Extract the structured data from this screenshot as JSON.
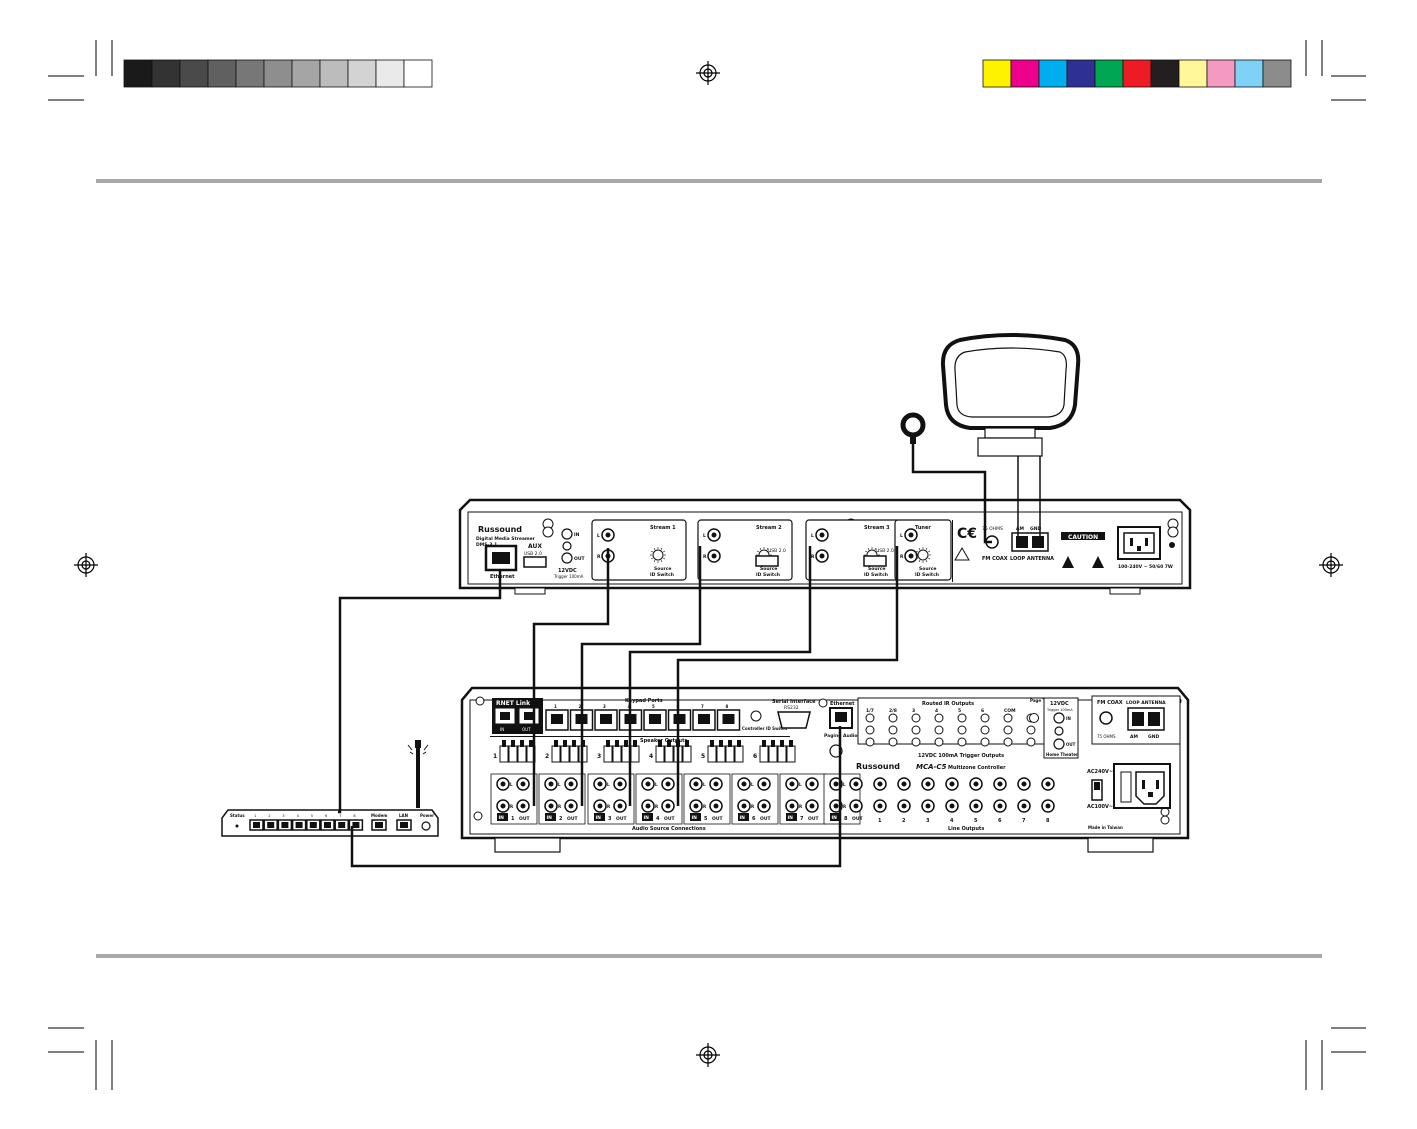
{
  "color_bar_left": [
    "#1a1a1a",
    "#333333",
    "#4a4a4a",
    "#606060",
    "#777777",
    "#8e8e8e",
    "#a5a5a5",
    "#bcbcbc",
    "#d3d3d3",
    "#eaeaea",
    "#ffffff"
  ],
  "color_bar_right": [
    "#fff200",
    "#ec008c",
    "#00aeef",
    "#2e3192",
    "#00a651",
    "#ed1c24",
    "#231f20",
    "#fff799",
    "#f49ac1",
    "#7fd2f6",
    "#8c8c8c"
  ],
  "streamer": {
    "brand": "Russound",
    "model_line1": "Digital Media Streamer",
    "model_line2": "DMS-3.1",
    "aux_label": "AUX",
    "usb_label": "USB 2.0",
    "in_label": "IN",
    "out_label": "OUT",
    "trigger_label": "12VDC",
    "trigger_sub": "Trigger 100mA",
    "ethernet_label": "Ethernet",
    "sources": [
      {
        "title": "Stream 1",
        "usb": "",
        "switch_line1": "Source",
        "switch_line2": "ID Switch"
      },
      {
        "title": "Stream 2",
        "usb": "USB 2.0",
        "switch_line1": "Source",
        "switch_line2": "ID Switch"
      },
      {
        "title": "Stream 3",
        "usb": "USB 2.0",
        "switch_line1": "Source",
        "switch_line2": "ID Switch"
      },
      {
        "title": "Tuner",
        "usb": "",
        "switch_line1": "Source",
        "switch_line2": "ID Switch"
      }
    ],
    "l_label": "L",
    "r_label": "R",
    "fm_ohms": "75 OHMS",
    "fm_coax": "FM COAX",
    "am_label": "AM",
    "gnd_label": "GND",
    "loop_antenna": "LOOP ANTENNA",
    "caution": "CAUTION",
    "power_rating": "100-240V ~ 50/60 7W"
  },
  "controller": {
    "brand": "Russound",
    "model": "MCA-C5",
    "model_sub": "Multizone Controller",
    "rnet_label": "RNET Link",
    "keypad_ports": "Keypad Ports",
    "keypad_numbers": [
      "1",
      "2",
      "3",
      "4",
      "5",
      "6",
      "7",
      "8"
    ],
    "controller_id": "Controller ID Switch",
    "serial_interface": "Serial Interface",
    "rs232": "RS232",
    "ethernet": "Ethernet",
    "paging": "Paging Audio In",
    "routed_ir": "Routed IR Outputs",
    "ir_labels": [
      "1/7",
      "2/8",
      "3",
      "4",
      "5",
      "6",
      "COM"
    ],
    "page_trigger": "Page Trigger In",
    "trigger_12v": "12VDC",
    "trigger_sub": "Trigger 100mA",
    "home_theater": "Home Theater",
    "trigger_outputs": "12VDC 100mA Trigger Outputs",
    "speaker_outputs": "Speaker Outputs",
    "speaker_numbers": [
      "1",
      "2",
      "3",
      "4",
      "5",
      "6"
    ],
    "audio_source_connections": "Audio Source Connections",
    "source_numbers": [
      "1",
      "2",
      "3",
      "4",
      "5",
      "6",
      "7",
      "8"
    ],
    "in_label": "IN",
    "out_label": "OUT",
    "line_outputs": "Line Outputs",
    "line_numbers": [
      "1",
      "2",
      "3",
      "4",
      "5",
      "6",
      "7",
      "8"
    ],
    "fm_coax": "FM COAX",
    "fm_ohms": "75 OHMS",
    "loop_antenna": "LOOP ANTENNA",
    "am_label": "AM",
    "gnd_label": "GND",
    "ac_240": "AC240V~",
    "ac_100": "AC100V~",
    "made_in": "Made in Taiwan"
  },
  "router": {
    "status_label": "Status",
    "port_numbers": [
      "1",
      "2",
      "3",
      "4",
      "5",
      "6",
      "7",
      "8"
    ],
    "modem_label": "Modem",
    "lan_label": "LAN",
    "power_label": "Power"
  }
}
